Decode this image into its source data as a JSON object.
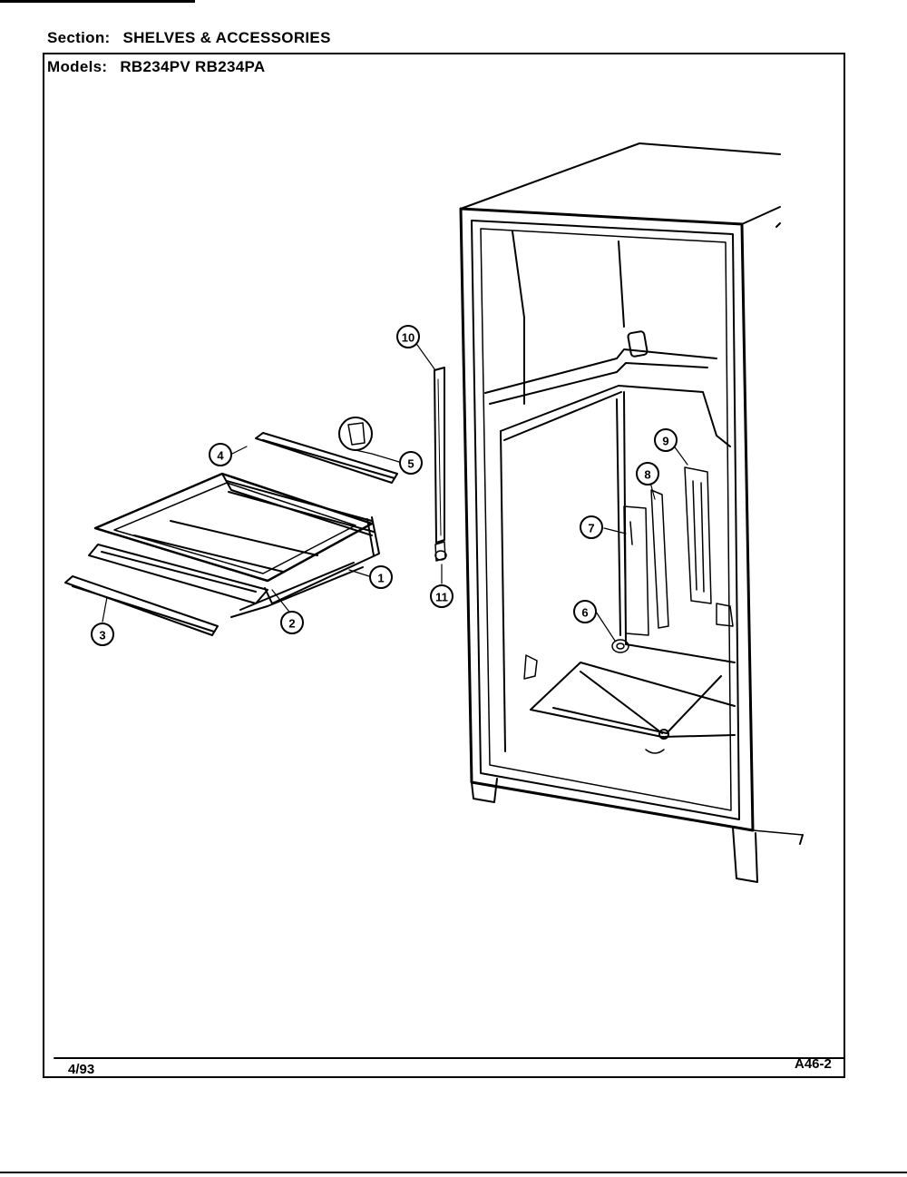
{
  "header": {
    "section_label": "Section:",
    "section_value": "SHELVES & ACCESSORIES",
    "models_label": "Models:",
    "models_value": "RB234PV  RB234PA"
  },
  "footer": {
    "date": "4/93",
    "code": "A46-2"
  },
  "callouts": {
    "c1": "1",
    "c2": "2",
    "c3": "3",
    "c4": "4",
    "c5": "5",
    "c6": "6",
    "c7": "7",
    "c8": "8",
    "c9": "9",
    "c10": "10",
    "c11": "11"
  }
}
